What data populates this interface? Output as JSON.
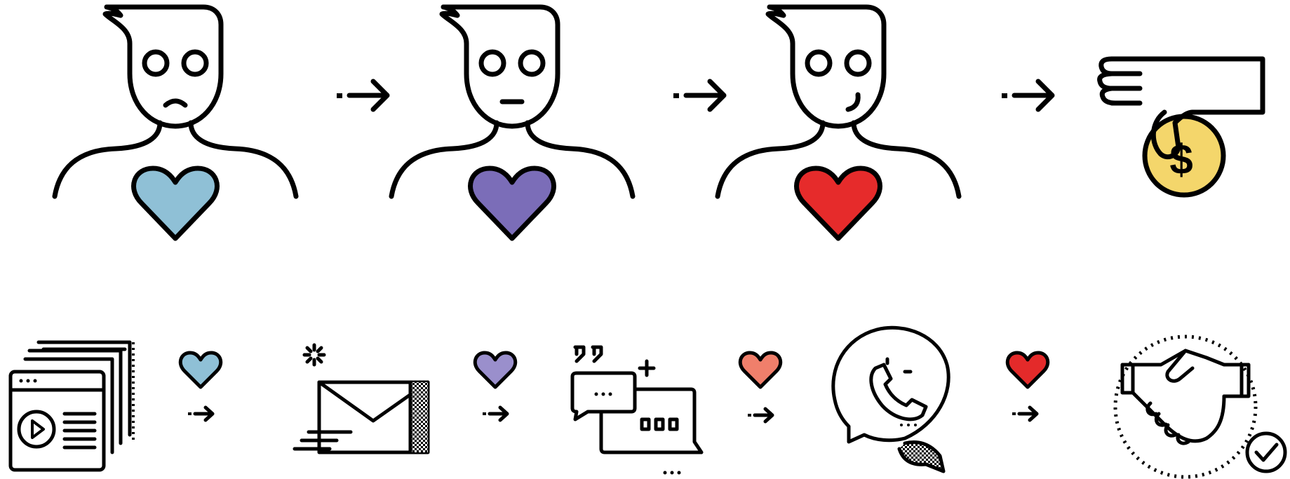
{
  "colors": {
    "outline": "#000000",
    "heart_sad": "#8fc0d6",
    "heart_neutral": "#7b6db8",
    "heart_happy": "#e62b2b",
    "heart_small_1": "#8fc0d6",
    "heart_small_2": "#9a8fcc",
    "heart_small_3": "#f07f6b",
    "heart_small_4": "#e42a2a",
    "coin": "#f4d66b",
    "background": "#ffffff"
  },
  "top_row": {
    "stages": [
      {
        "name": "sad-person",
        "mood": "sad",
        "heart_color": "#8fc0d6"
      },
      {
        "name": "neutral-person",
        "mood": "neutral",
        "heart_color": "#7b6db8"
      },
      {
        "name": "happy-person",
        "mood": "happy",
        "heart_color": "#e62b2b"
      }
    ],
    "result_icon": "hand-giving-coin-icon",
    "coin_symbol": "$"
  },
  "bottom_row": {
    "steps": [
      {
        "icon": "browser-video-pages-icon"
      },
      {
        "icon": "email-envelope-icon"
      },
      {
        "icon": "chat-quotes-icon"
      },
      {
        "icon": "phone-call-bubble-icon"
      },
      {
        "icon": "handshake-check-icon"
      }
    ],
    "hearts": [
      "#8fc0d6",
      "#9a8fcc",
      "#f07f6b",
      "#e42a2a"
    ]
  }
}
